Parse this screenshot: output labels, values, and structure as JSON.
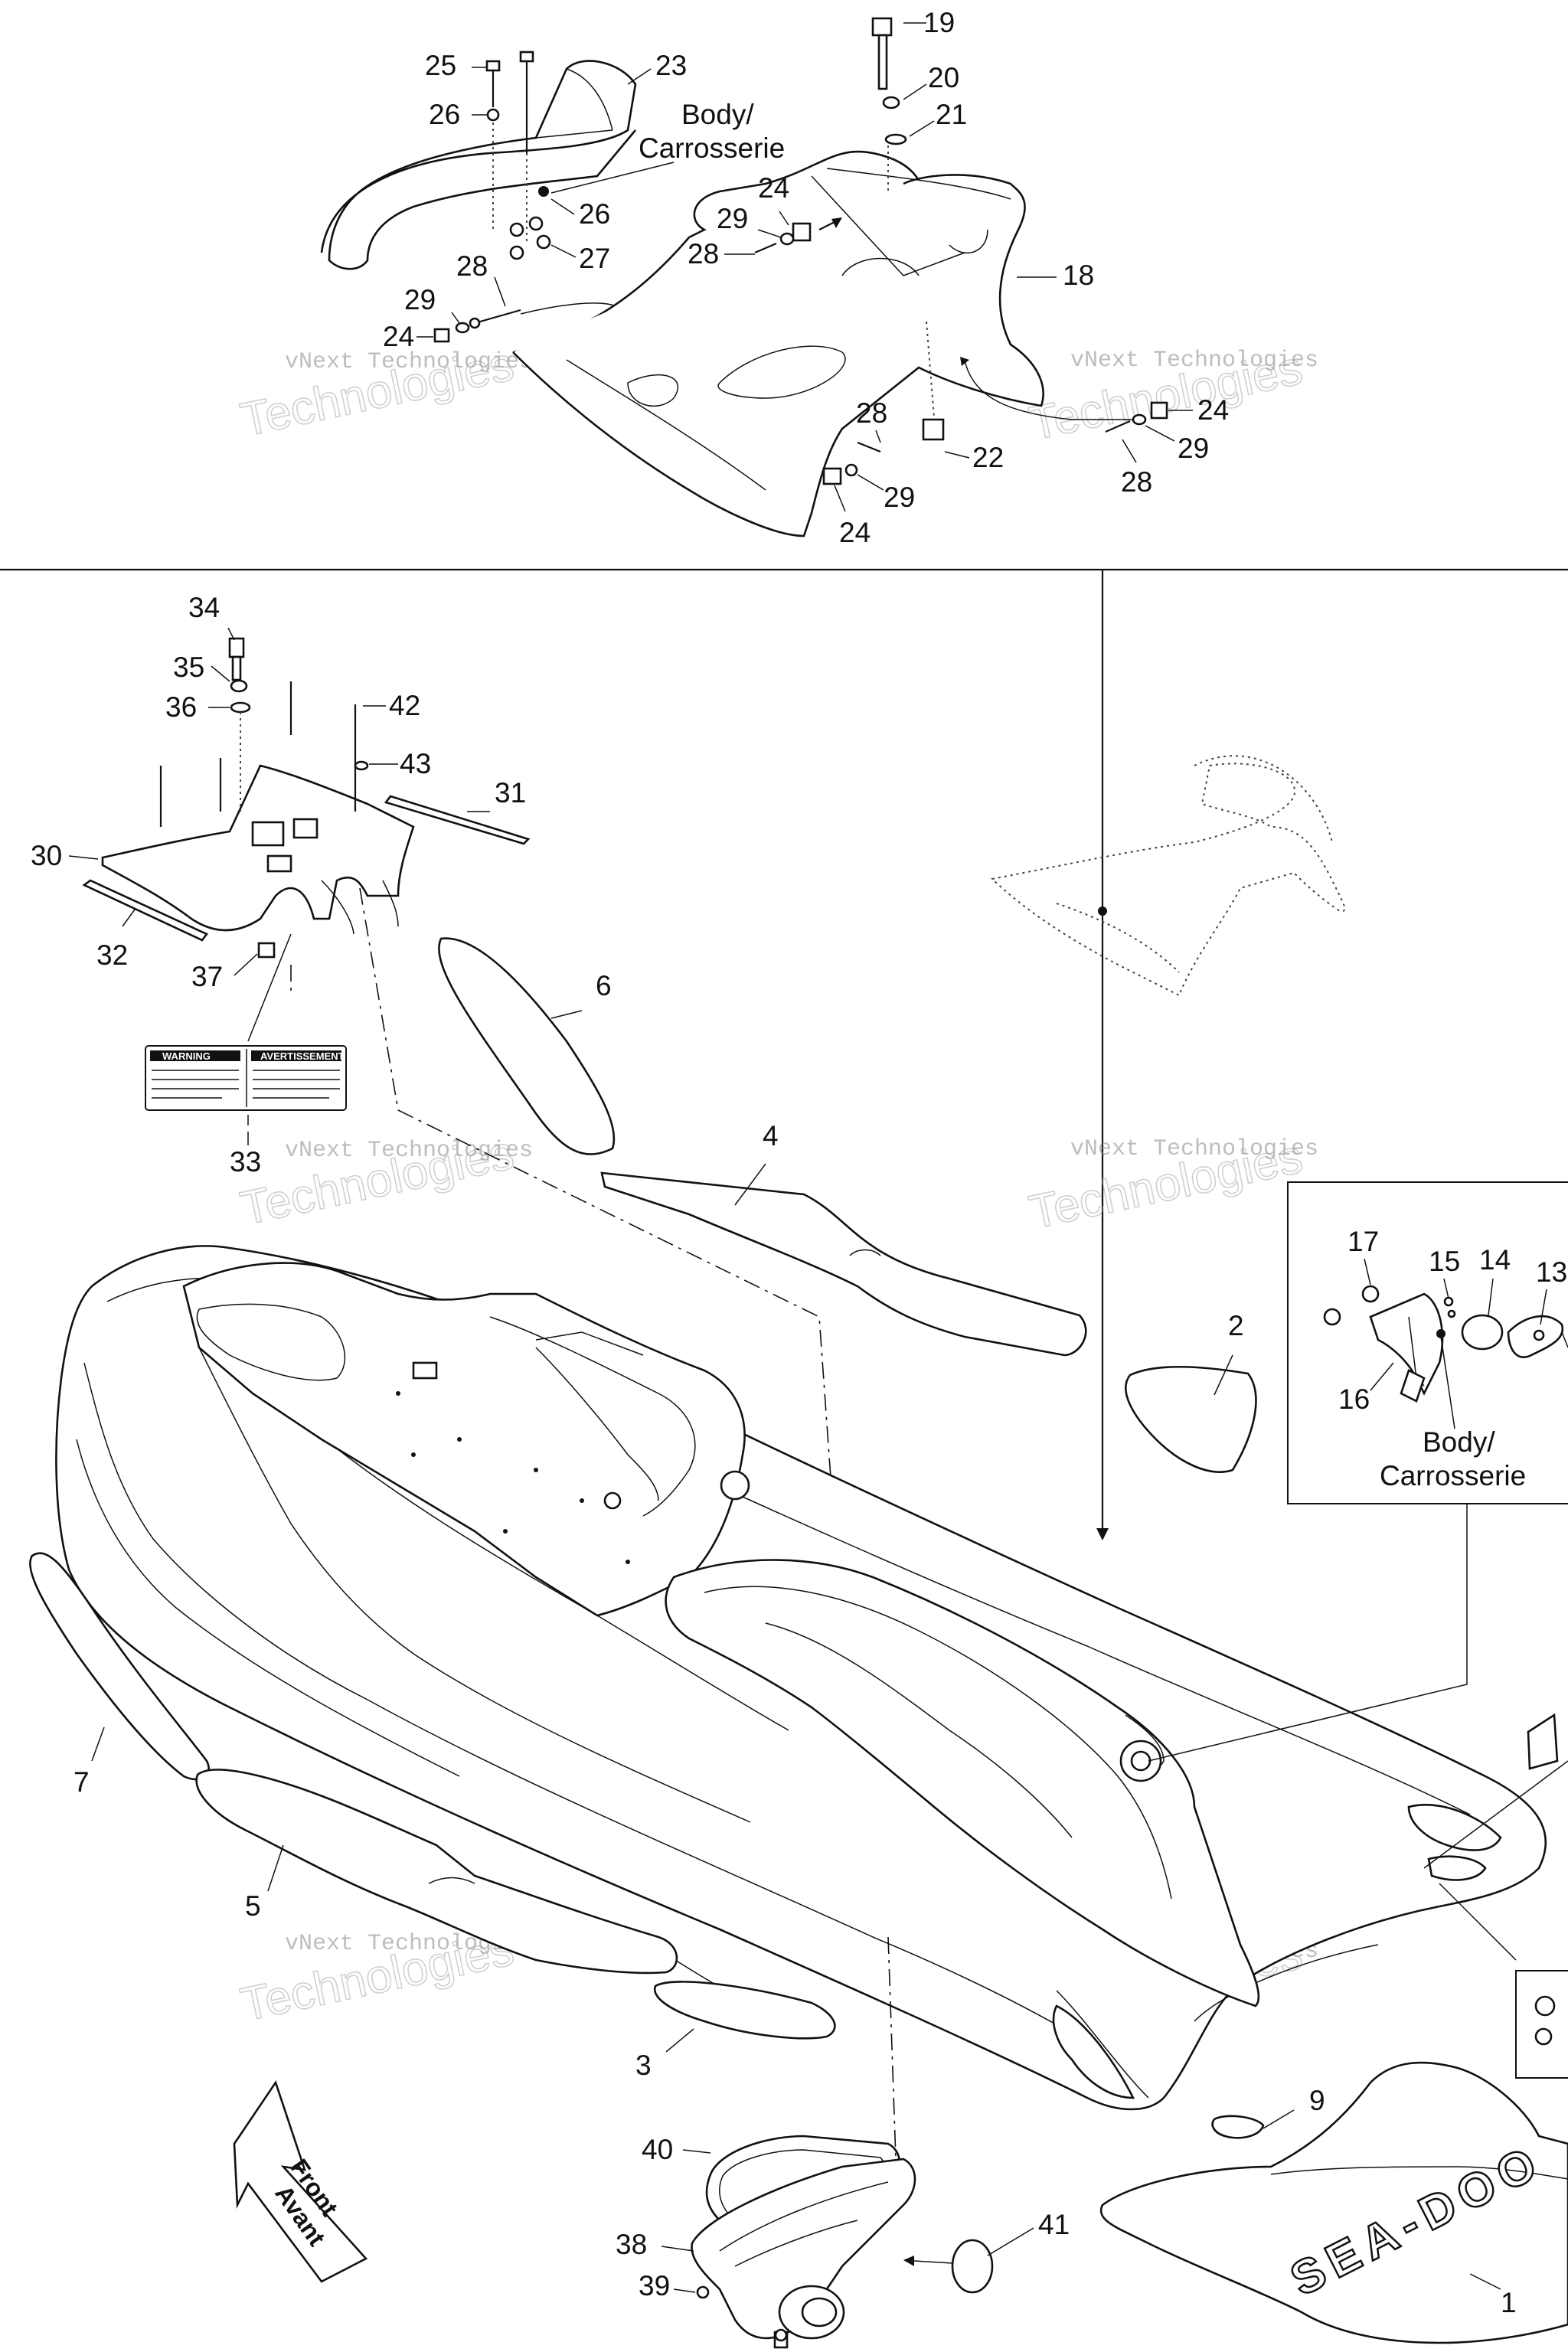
{
  "watermark": {
    "line1": "vNext Technologies",
    "line2": "Technologies"
  },
  "body_label": {
    "line1": "Body/",
    "line2": "Carrosserie"
  },
  "front_label": {
    "line1": "Front",
    "line2": "Avant"
  },
  "warning_label": {
    "left_title": "WARNING",
    "right_title": "AVERTISSEMENT"
  },
  "logo_text": "SEA-DOO",
  "callouts": {
    "c1": "1",
    "c2": "2",
    "c3": "3",
    "c4": "4",
    "c5": "5",
    "c6": "6",
    "c7": "7",
    "c9": "9",
    "c13": "13",
    "c14": "14",
    "c15": "15",
    "c16": "16",
    "c17": "17",
    "c18": "18",
    "c19": "19",
    "c20": "20",
    "c21": "21",
    "c22": "22",
    "c23": "23",
    "c24": "24",
    "c25": "25",
    "c26": "26",
    "c27": "27",
    "c28": "28",
    "c29": "29",
    "c30": "30",
    "c31": "31",
    "c32": "32",
    "c33": "33",
    "c34": "34",
    "c35": "35",
    "c36": "36",
    "c37": "37",
    "c38": "38",
    "c39": "39",
    "c40": "40",
    "c41": "41",
    "c42": "42",
    "c43": "43"
  }
}
